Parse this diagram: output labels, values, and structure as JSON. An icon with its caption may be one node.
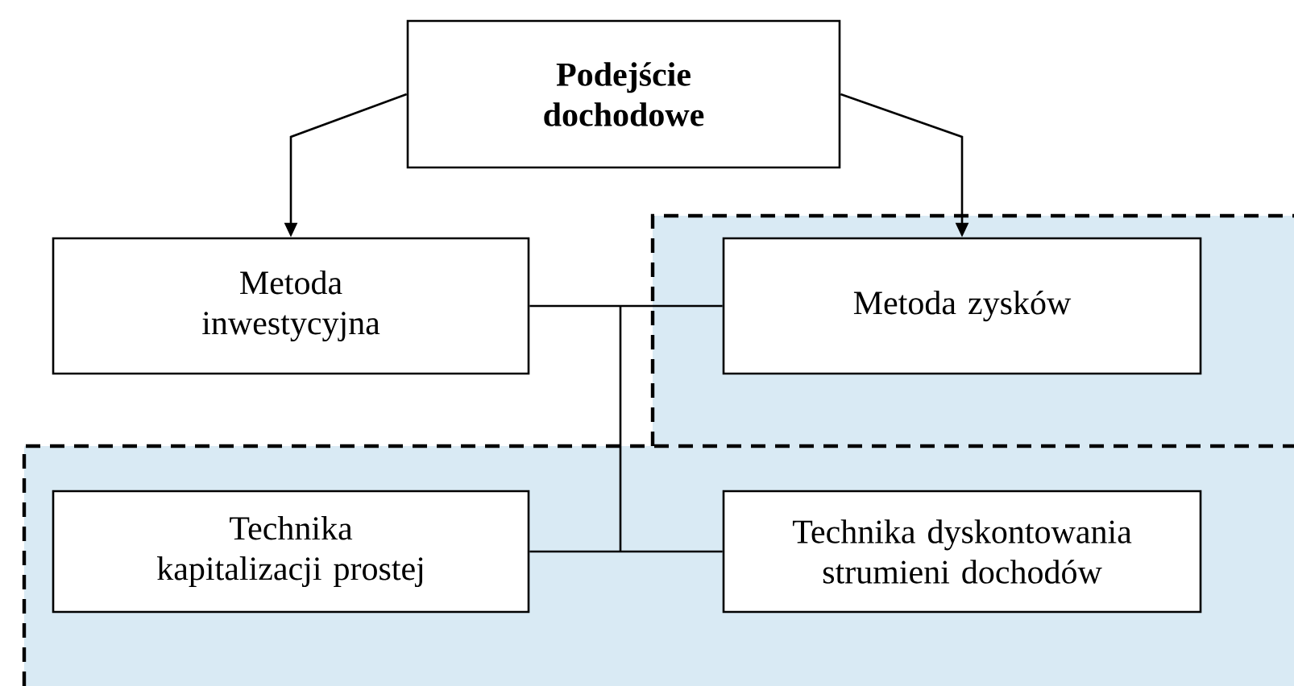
{
  "diagram": {
    "nodes": [
      {
        "text": [
          "Podejście dochodowe"
        ]
      },
      {
        "text": [
          "Metoda inwestycyjna"
        ]
      },
      {
        "text": [
          "Metoda zysków"
        ]
      },
      {
        "text": [
          "Technika kapitalizacji prostej"
        ]
      },
      {
        "text": [
          "Technika dyskontowania strumieni dochodów"
        ]
      }
    ],
    "edges": [
      {
        "from": 0,
        "to": 1,
        "arrow": "to"
      },
      {
        "from": 0,
        "to": 2,
        "arrow": "to"
      },
      {
        "from": 1,
        "to": 3,
        "arrow": "none"
      },
      {
        "from": 1,
        "to": 4,
        "arrow": "none"
      },
      {
        "from": 2,
        "to": 3,
        "arrow": "none"
      },
      {
        "from": 2,
        "to": 4,
        "arrow": "none"
      }
    ]
  }
}
